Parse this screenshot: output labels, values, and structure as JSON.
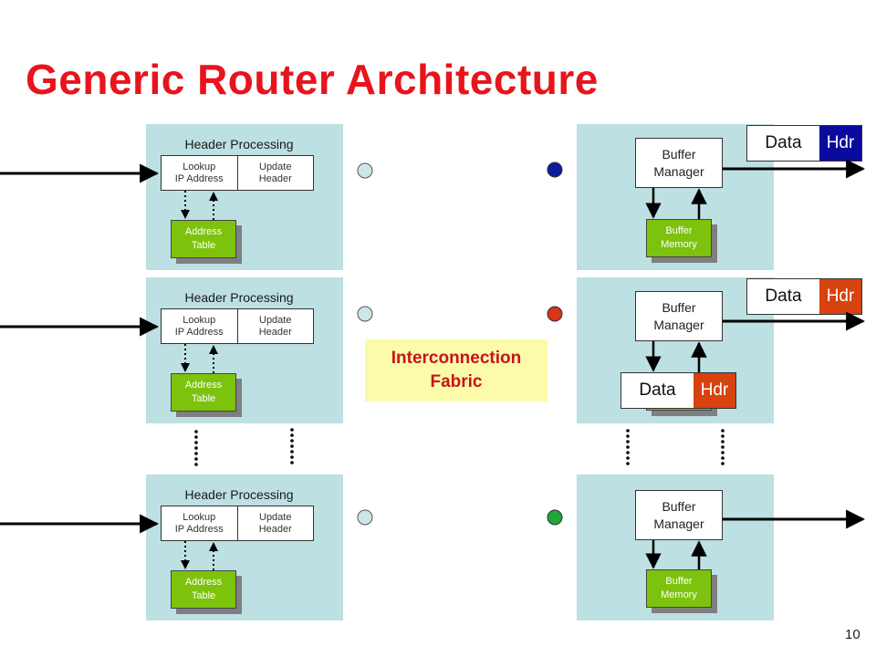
{
  "title": "Generic Router Architecture",
  "page_number": "10",
  "input_ports": [
    {
      "header_processing": "Header Processing",
      "lookup": "Lookup\nIP Address",
      "update": "Update\nHeader",
      "address_table": "Address\nTable"
    },
    {
      "header_processing": "Header Processing",
      "lookup": "Lookup\nIP Address",
      "update": "Update\nHeader",
      "address_table": "Address\nTable"
    },
    {
      "header_processing": "Header Processing",
      "lookup": "Lookup\nIP Address",
      "update": "Update\nHeader",
      "address_table": "Address\nTable"
    }
  ],
  "fabric": {
    "label": "Interconnection\nFabric"
  },
  "output_ports": [
    {
      "buffer_manager": "Buffer\nManager",
      "buffer_memory": "Buffer\nMemory",
      "dot_color": "#0d1b9c"
    },
    {
      "buffer_manager": "Buffer\nManager",
      "buffer_memory": "",
      "dot_color": "#d8351a"
    },
    {
      "buffer_manager": "Buffer\nManager",
      "buffer_memory": "Buffer\nMemory",
      "dot_color": "#1fa53a"
    }
  ],
  "packets": [
    {
      "data": "Data",
      "hdr": "Hdr",
      "hdr_color": "#0a0a9c"
    },
    {
      "data": "Data",
      "hdr": "Hdr",
      "hdr_color": "#d8420e"
    },
    {
      "data": "Data",
      "hdr": "Hdr",
      "hdr_color": "#d8420e"
    }
  ],
  "colors": {
    "title": "#e8141c",
    "panel": "#bde0e2",
    "green": "#7dc20c",
    "fabric_bg": "#fbfbaa",
    "fabric_text": "#c8141c",
    "input_dot": "#cfe6e6"
  }
}
